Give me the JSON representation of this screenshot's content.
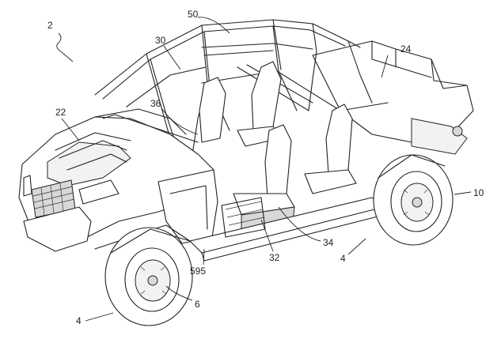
{
  "figure": {
    "labels": {
      "l2": "2",
      "l50": "50",
      "l30": "30",
      "l24": "24",
      "l22": "22",
      "l36": "36",
      "l10": "10",
      "l34": "34",
      "l32": "32",
      "l4_right": "4",
      "l595": "595",
      "l6": "6",
      "l4_left": "4"
    },
    "colors": {
      "line": "#222222",
      "background": "#ffffff"
    }
  }
}
